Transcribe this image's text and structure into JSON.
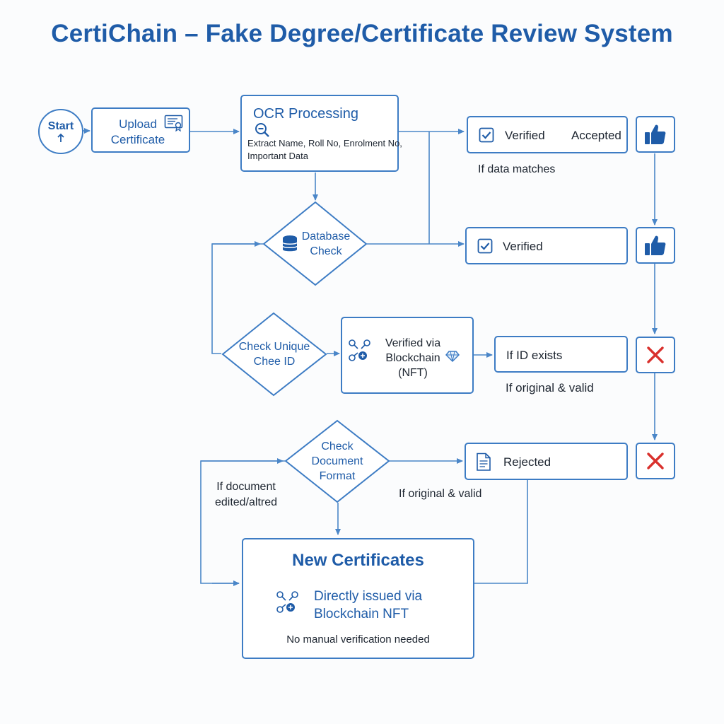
{
  "title": "CertiChain – Fake Degree/Certificate Review System",
  "colors": {
    "line": "#4a86c8",
    "primary": "#1f5ca8",
    "reject": "#d9302c",
    "thumb": "#1f5ca8"
  },
  "start": {
    "label": "Start",
    "icon": "arrow-up-icon"
  },
  "upload": {
    "line1": "Upload",
    "line2": "Certificate",
    "icon": "certificate-icon"
  },
  "ocr": {
    "title": "OCR Processing",
    "icon": "magnifier-icon",
    "line1": "Extract Name, Roll No, Enrolment No,",
    "line2": "Important Data"
  },
  "verified_accepted": {
    "label": "Verified",
    "label2": "Accepted",
    "icon": "checkbox-icon",
    "side_icon": "thumbs-up-icon"
  },
  "if_data_matches": "If data matches",
  "database_check": {
    "line1": "Database",
    "line2": "Check",
    "icon": "database-icon"
  },
  "verified2": {
    "label": "Verified",
    "icon": "checkbox-icon",
    "side_icon": "thumbs-up-icon"
  },
  "check_unique": {
    "line1": "Check Unique",
    "line2": "Chee ID"
  },
  "blockchain": {
    "line1": "Verified via",
    "line2": "Blockchain",
    "line3": "(NFT)",
    "icon": "blockchain-nodes-icon",
    "icon2": "diamond-token-icon"
  },
  "if_id_exists": {
    "label": "If ID exists",
    "side_icon": "x-mark-icon"
  },
  "if_original_valid_1": "If original & valid",
  "check_format": {
    "line1": "Check",
    "line2": "Document",
    "line3": "Format"
  },
  "rejected": {
    "label": "Rejected",
    "icon": "document-icon",
    "side_icon": "x-mark-icon"
  },
  "if_document_edited": {
    "line1": "If document",
    "line2": "edited/altred"
  },
  "if_original_valid_2": "If original & valid",
  "new_certs": {
    "title": "New Certificates",
    "line1": "Directly issued via",
    "line2": "Blockchain NFT",
    "note": "No manual verification needed",
    "icon": "blockchain-nodes-icon"
  }
}
